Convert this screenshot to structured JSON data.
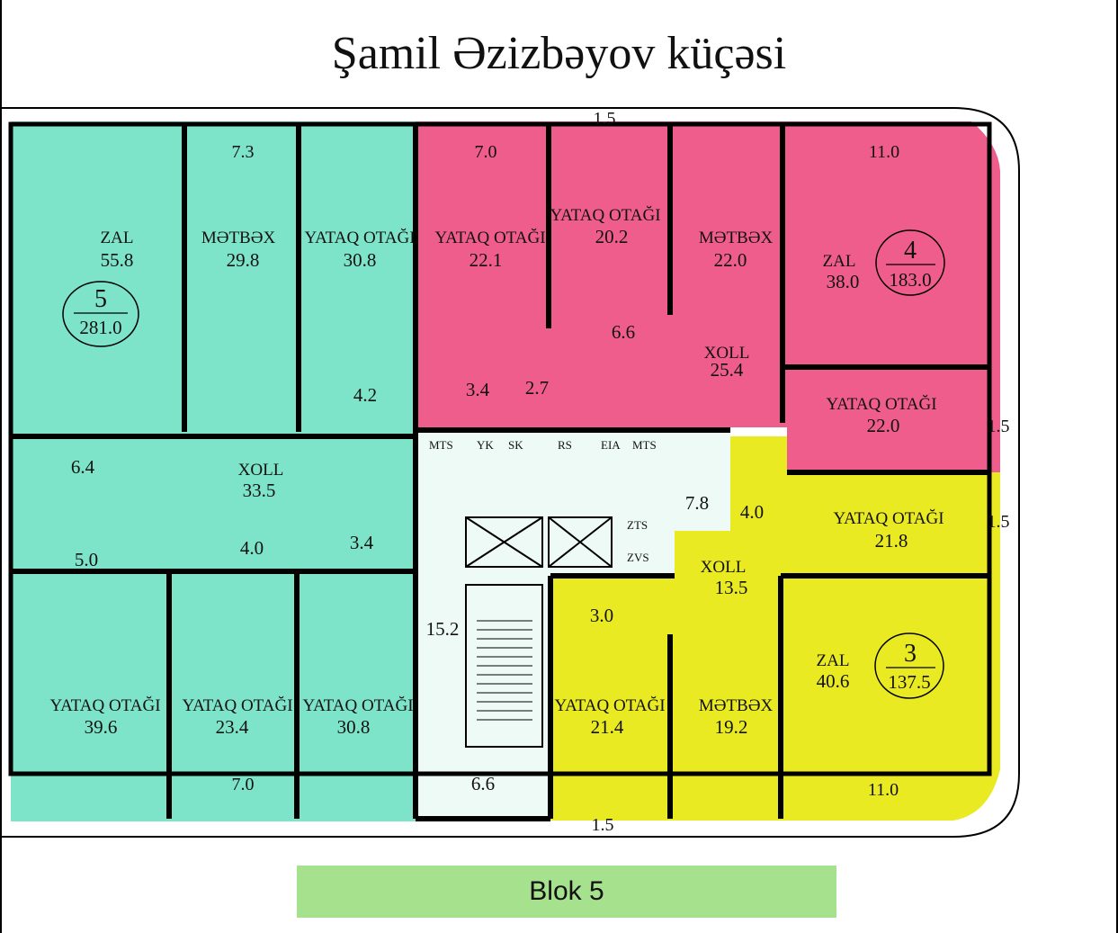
{
  "title": "Şamil Əzizbəyov küçəsi",
  "block_label": "Blok 5",
  "colors": {
    "apartment_5": "#7de3c9",
    "apartment_4": "#ef5d8c",
    "apartment_3": "#e9ea22",
    "stair_core": "#eefaf6",
    "wall": "#000000",
    "block_label_bg": "#a6e28d"
  },
  "apartments": [
    {
      "number": "5",
      "total_area": "281.0",
      "rooms": [
        {
          "name": "ZAL",
          "area": "55.8"
        },
        {
          "name": "MƏTBƏX",
          "area": "29.8"
        },
        {
          "name": "YATAQ OTAĞI",
          "area": "30.8"
        },
        {
          "name": "",
          "area": "4.2"
        },
        {
          "name": "",
          "area": "6.4"
        },
        {
          "name": "XOLL",
          "area": "33.5"
        },
        {
          "name": "",
          "area": "5.0"
        },
        {
          "name": "",
          "area": "4.0"
        },
        {
          "name": "",
          "area": "3.4"
        },
        {
          "name": "YATAQ OTAĞI",
          "area": "39.6"
        },
        {
          "name": "YATAQ OTAĞI",
          "area": "23.4"
        },
        {
          "name": "YATAQ OTAĞI",
          "area": "30.8"
        },
        {
          "name": "",
          "area": "7.3"
        },
        {
          "name": "",
          "area": "7.0"
        }
      ]
    },
    {
      "number": "4",
      "total_area": "183.0",
      "rooms": [
        {
          "name": "",
          "area": "7.0"
        },
        {
          "name": "YATAQ OTAĞI",
          "area": "22.1"
        },
        {
          "name": "YATAQ OTAĞI",
          "area": "20.2"
        },
        {
          "name": "MƏTBƏX",
          "area": "22.0"
        },
        {
          "name": "ZAL",
          "area": "38.0"
        },
        {
          "name": "",
          "area": "11.0"
        },
        {
          "name": "",
          "area": "6.6"
        },
        {
          "name": "XOLL",
          "area": "25.4"
        },
        {
          "name": "",
          "area": "3.4"
        },
        {
          "name": "",
          "area": "2.7"
        },
        {
          "name": "YATAQ OTAĞI",
          "area": "22.0"
        },
        {
          "name": "",
          "area": "1.5"
        },
        {
          "name": "",
          "area": "1.5"
        }
      ]
    },
    {
      "number": "3",
      "total_area": "137.5",
      "rooms": [
        {
          "name": "",
          "area": "4.0"
        },
        {
          "name": "YATAQ OTAĞI",
          "area": "21.8"
        },
        {
          "name": "",
          "area": "1.5"
        },
        {
          "name": "XOLL",
          "area": "13.5"
        },
        {
          "name": "",
          "area": "3.0"
        },
        {
          "name": "ZAL",
          "area": "40.6"
        },
        {
          "name": "YATAQ OTAĞI",
          "area": "21.4"
        },
        {
          "name": "MƏTBƏX",
          "area": "19.2"
        },
        {
          "name": "",
          "area": "11.0"
        },
        {
          "name": "",
          "area": "1.5"
        }
      ]
    }
  ],
  "core": {
    "shaft_tags": [
      "MTS",
      "YK",
      "SK",
      "RS",
      "EIA",
      "MTS"
    ],
    "lift_tags": [
      "ZTS",
      "ZVS"
    ],
    "corridor_area": "15.2",
    "lobby_area": "7.8",
    "bottom_area": "6.6"
  }
}
